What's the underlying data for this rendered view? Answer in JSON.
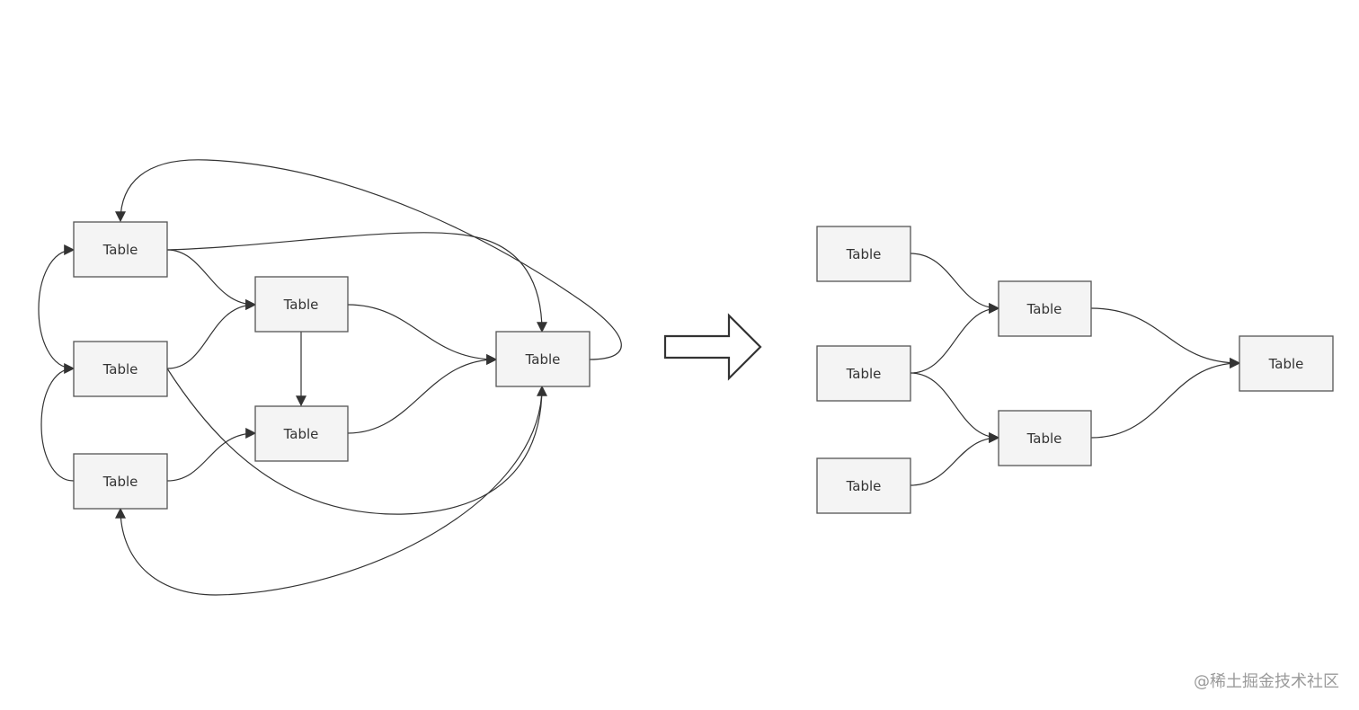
{
  "diagram": {
    "node_label": "Table",
    "before": {
      "nodes": [
        {
          "id": "L1",
          "label": "Table"
        },
        {
          "id": "L2",
          "label": "Table"
        },
        {
          "id": "L3",
          "label": "Table"
        },
        {
          "id": "L4",
          "label": "Table"
        },
        {
          "id": "L5",
          "label": "Table"
        },
        {
          "id": "L6",
          "label": "Table"
        }
      ],
      "edges": [
        {
          "from": "L1",
          "to": "L4"
        },
        {
          "from": "L2",
          "to": "L4"
        },
        {
          "from": "L3",
          "to": "L5"
        },
        {
          "from": "L4",
          "to": "L5"
        },
        {
          "from": "L4",
          "to": "L6"
        },
        {
          "from": "L5",
          "to": "L6"
        },
        {
          "from": "L1",
          "to": "L6"
        },
        {
          "from": "L2",
          "to": "L6"
        },
        {
          "from": "L6",
          "to": "L1"
        },
        {
          "from": "L6",
          "to": "L3"
        },
        {
          "from": "L2",
          "to": "L1"
        },
        {
          "from": "L3",
          "to": "L2"
        }
      ]
    },
    "after": {
      "nodes": [
        {
          "id": "R1",
          "label": "Table"
        },
        {
          "id": "R2",
          "label": "Table"
        },
        {
          "id": "R3",
          "label": "Table"
        },
        {
          "id": "R4",
          "label": "Table"
        },
        {
          "id": "R5",
          "label": "Table"
        },
        {
          "id": "R6",
          "label": "Table"
        }
      ],
      "edges": [
        {
          "from": "R1",
          "to": "R4"
        },
        {
          "from": "R2",
          "to": "R4"
        },
        {
          "from": "R2",
          "to": "R5"
        },
        {
          "from": "R3",
          "to": "R5"
        },
        {
          "from": "R4",
          "to": "R6"
        },
        {
          "from": "R5",
          "to": "R6"
        }
      ]
    }
  },
  "watermark": "@稀土掘金技术社区",
  "colors": {
    "node_fill": "#f4f4f4",
    "node_stroke": "#555555",
    "edge": "#333333",
    "text": "#333333",
    "watermark": "#9a9a9a"
  }
}
